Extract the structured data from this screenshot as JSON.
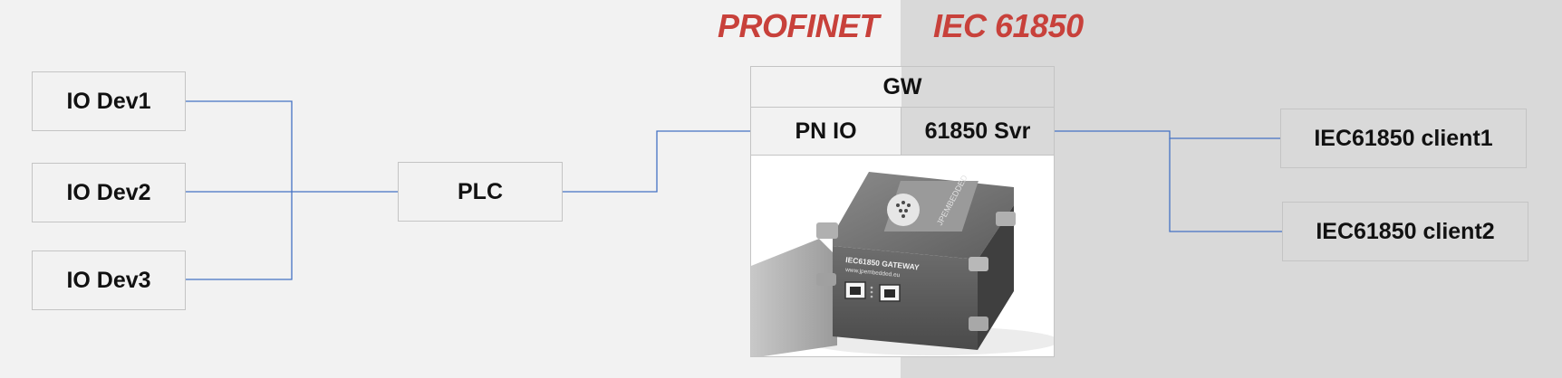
{
  "colors": {
    "accent_red": "#c8413b",
    "wire_blue": "#4472c4",
    "left_bg": "#f2f2f2",
    "right_bg": "#d9d9d9"
  },
  "sections": {
    "left_label": "PROFINET",
    "right_label": "IEC 61850"
  },
  "nodes": {
    "io_dev1": "IO Dev1",
    "io_dev2": "IO Dev2",
    "io_dev3": "IO Dev3",
    "plc": "PLC",
    "gw": "GW",
    "pn_io": "PN IO",
    "svr": "61850 Svr",
    "client1": "IEC61850 client1",
    "client2": "IEC61850 client2"
  },
  "device_photo": {
    "label_line1": "IEC61850 GATEWAY",
    "label_line2": "www.jpembedded.eu",
    "brand": "JPEMBEDDED"
  }
}
